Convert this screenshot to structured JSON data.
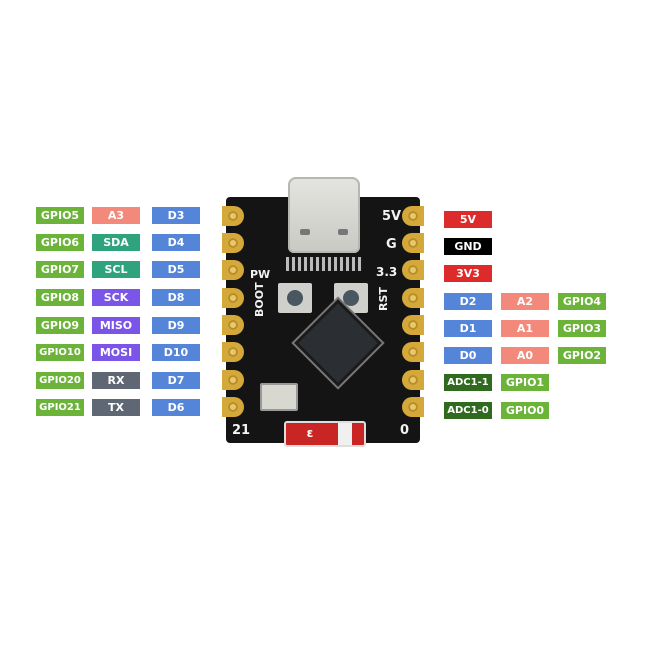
{
  "colors": {
    "gpio": "#6bb339",
    "analog": "#f2897a",
    "i2c": "#2fa37d",
    "spi": "#7a55e8",
    "uart": "#5f6774",
    "digital": "#5585d8",
    "power": "#dd2a2a",
    "ground": "#000000",
    "adc": "#2f6a1e"
  },
  "left_pins": [
    {
      "gpio": "GPIO5",
      "func": "A3",
      "func_type": "analog",
      "digital": "D3"
    },
    {
      "gpio": "GPIO6",
      "func": "SDA",
      "func_type": "i2c",
      "digital": "D4"
    },
    {
      "gpio": "GPIO7",
      "func": "SCL",
      "func_type": "i2c",
      "digital": "D5"
    },
    {
      "gpio": "GPIO8",
      "func": "SCK",
      "func_type": "spi",
      "digital": "D8"
    },
    {
      "gpio": "GPIO9",
      "func": "MISO",
      "func_type": "spi",
      "digital": "D9"
    },
    {
      "gpio": "GPIO10",
      "func": "MOSI",
      "func_type": "spi",
      "digital": "D10"
    },
    {
      "gpio": "GPIO20",
      "func": "RX",
      "func_type": "uart",
      "digital": "D7"
    },
    {
      "gpio": "GPIO21",
      "func": "TX",
      "func_type": "uart",
      "digital": "D6"
    }
  ],
  "right_pins": [
    {
      "c1": "5V",
      "c1_type": "power"
    },
    {
      "c1": "GND",
      "c1_type": "ground"
    },
    {
      "c1": "3V3",
      "c1_type": "power"
    },
    {
      "c1": "D2",
      "c1_type": "digital",
      "c2": "A2",
      "c3": "GPIO4"
    },
    {
      "c1": "D1",
      "c1_type": "digital",
      "c2": "A1",
      "c3": "GPIO3"
    },
    {
      "c1": "D0",
      "c1_type": "digital",
      "c2": "A0",
      "c3": "GPIO2"
    },
    {
      "c1": "ADC1-1",
      "c1_type": "adc",
      "c2": "GPIO1"
    },
    {
      "c1": "ADC1-0",
      "c1_type": "adc",
      "c2": "GPIO0"
    }
  ],
  "board": {
    "silk_5v": "5V",
    "silk_g": "G",
    "silk_33": "3.3",
    "silk_rst": "RST",
    "silk_boot": "BOOT",
    "silk_pw": "PW",
    "silk_21": "21",
    "silk_0": "0",
    "antenna_mark": "ε"
  }
}
